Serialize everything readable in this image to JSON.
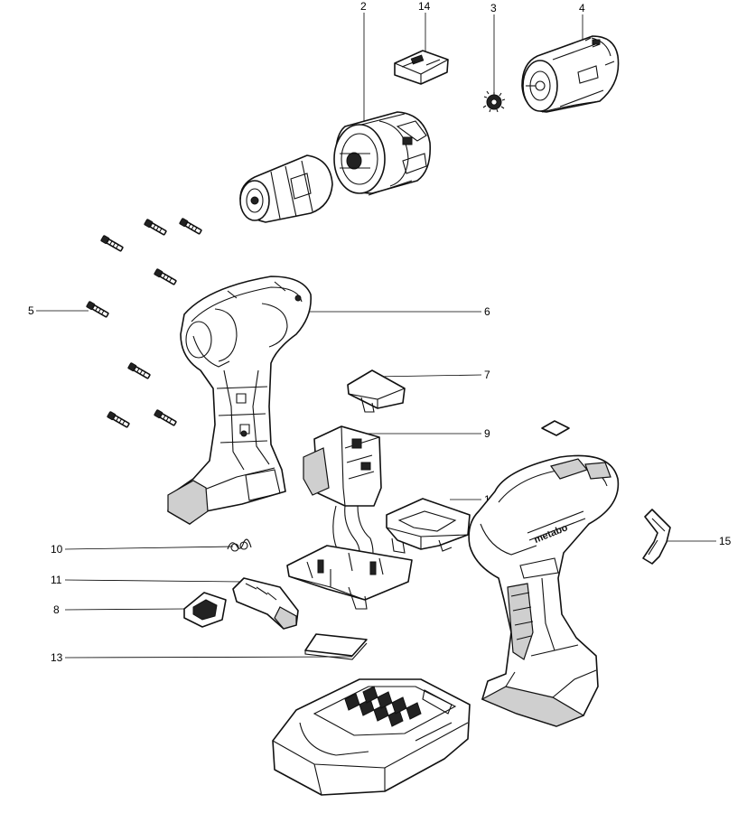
{
  "callouts": {
    "c1": "2",
    "c2": "14",
    "c3": "3",
    "c4": "4",
    "c5": "5",
    "c6": "6",
    "c7": "7",
    "c8": "9",
    "c9": "12",
    "c10": "15",
    "c11": "10",
    "c12": "11",
    "c13": "8",
    "c14": "13"
  },
  "brand_marking": "metabo"
}
